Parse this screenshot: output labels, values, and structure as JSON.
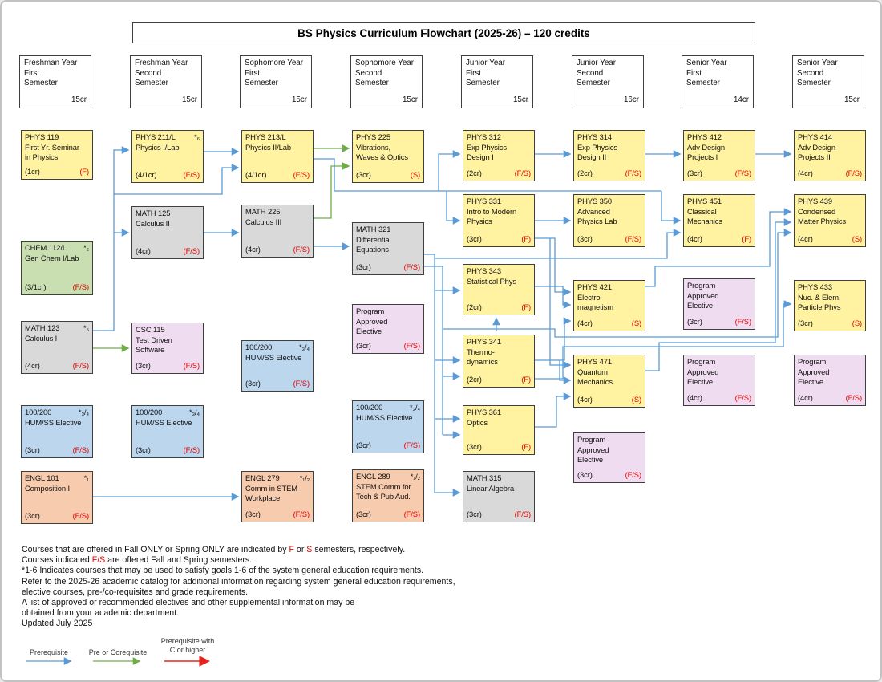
{
  "title": "BS Physics Curriculum Flowchart (2025-26) – 120 credits",
  "palette": {
    "course_yellow": "#fff2a0",
    "course_gray": "#d9d9d9",
    "course_green": "#c9dfb1",
    "course_pink": "#f0dcf0",
    "course_blue": "#bcd6ee",
    "course_orange": "#f7cbad",
    "arrow_blue": "#5b9bd5",
    "arrow_green": "#70ad47",
    "arrow_red": "#e8231f",
    "sem_red": "#e80000"
  },
  "semesters": [
    {
      "line1": "Freshman Year",
      "line2": "First",
      "line3": "Semester",
      "credits": "15cr"
    },
    {
      "line1": "Freshman Year",
      "line2": "Second",
      "line3": "Semester",
      "credits": "15cr"
    },
    {
      "line1": "Sophomore Year",
      "line2": "First",
      "line3": "Semester",
      "credits": "15cr"
    },
    {
      "line1": "Sophomore Year",
      "line2": "Second",
      "line3": "Semester",
      "credits": "15cr"
    },
    {
      "line1": "Junior Year",
      "line2": "First",
      "line3": "Semester",
      "credits": "15cr"
    },
    {
      "line1": "Junior Year",
      "line2": "Second",
      "line3": "Semester",
      "credits": "16cr"
    },
    {
      "line1": "Senior Year",
      "line2": "First",
      "line3": "Semester",
      "credits": "14cr"
    },
    {
      "line1": "Senior Year",
      "line2": "Second",
      "line3": "Semester",
      "credits": "15cr"
    }
  ],
  "courses": {
    "phys119": {
      "code": "PHYS 119",
      "gened": "",
      "t1": "First Yr. Seminar",
      "t2": "in Physics",
      "credits": "(1cr)",
      "sem": "(F)"
    },
    "chem112": {
      "code": "CHEM 112/L",
      "gened": "*₆",
      "t1": "Gen Chem I/Lab",
      "t2": "",
      "credits": "(3/1cr)",
      "sem": "(F/S)"
    },
    "math123": {
      "code": "MATH 123",
      "gened": "*₅",
      "t1": "Calculus I",
      "t2": "",
      "credits": "(4cr)",
      "sem": "(F/S)"
    },
    "hum1": {
      "code": "100/200",
      "gened": "*₃/₄",
      "t1": "HUM/SS Elective",
      "t2": "",
      "credits": "(3cr)",
      "sem": "(F/S)"
    },
    "engl101": {
      "code": "ENGL 101",
      "gened": "*₁",
      "t1": "Composition I",
      "t2": "",
      "credits": "(3cr)",
      "sem": "(F/S)"
    },
    "phys211": {
      "code": "PHYS 211/L",
      "gened": "*₆",
      "t1": "Physics I/Lab",
      "t2": "",
      "credits": "(4/1cr)",
      "sem": "(F/S)"
    },
    "math125": {
      "code": "MATH 125",
      "gened": "",
      "t1": "Calculus II",
      "t2": "",
      "credits": "(4cr)",
      "sem": "(F/S)"
    },
    "csc115": {
      "code": "CSC 115",
      "gened": "",
      "t1": "Test Driven",
      "t2": "Software",
      "credits": "(3cr)",
      "sem": "(F/S)"
    },
    "hum2": {
      "code": "100/200",
      "gened": "*₃/₄",
      "t1": "HUM/SS Elective",
      "t2": "",
      "credits": "(3cr)",
      "sem": "(F/S)"
    },
    "phys213": {
      "code": "PHYS 213/L",
      "gened": "",
      "t1": "Physics II/Lab",
      "t2": "",
      "credits": "(4/1cr)",
      "sem": "(F/S)"
    },
    "math225": {
      "code": "MATH 225",
      "gened": "",
      "t1": "Calculus III",
      "t2": "",
      "credits": "(4cr)",
      "sem": "(F/S)"
    },
    "hum3": {
      "code": "100/200",
      "gened": "*₃/₄",
      "t1": "HUM/SS Elective",
      "t2": "",
      "credits": "(3cr)",
      "sem": "(F/S)"
    },
    "engl279": {
      "code": "ENGL 279",
      "gened": "*₁/₂",
      "t1": "Comm in STEM",
      "t2": "Workplace",
      "credits": "(3cr)",
      "sem": "(F/S)"
    },
    "phys225": {
      "code": "PHYS 225",
      "gened": "",
      "t1": "Vibrations,",
      "t2": "Waves & Optics",
      "credits": "(3cr)",
      "sem": "(S)"
    },
    "math321": {
      "code": "MATH 321",
      "gened": "",
      "t1": "Differential",
      "t2": "Equations",
      "credits": "(3cr)",
      "sem": "(F/S)"
    },
    "pae1": {
      "code": "Program",
      "gened": "",
      "t1": "Approved",
      "t2": "Elective",
      "credits": "(3cr)",
      "sem": "(F/S)"
    },
    "hum4": {
      "code": "100/200",
      "gened": "*₃/₄",
      "t1": "HUM/SS Elective",
      "t2": "",
      "credits": "(3cr)",
      "sem": "(F/S)"
    },
    "engl289": {
      "code": "ENGL 289",
      "gened": "*₁/₂",
      "t1": "STEM Comm for",
      "t2": "Tech & Pub Aud.",
      "credits": "(3cr)",
      "sem": "(F/S)"
    },
    "phys312": {
      "code": "PHYS 312",
      "gened": "",
      "t1": "Exp Physics",
      "t2": "Design I",
      "credits": "(2cr)",
      "sem": "(F/S)"
    },
    "phys331": {
      "code": "PHYS 331",
      "gened": "",
      "t1": "Intro to Modern",
      "t2": "Physics",
      "credits": "(3cr)",
      "sem": "(F)"
    },
    "phys343": {
      "code": "PHYS 343",
      "gened": "",
      "t1": "Statistical Phys",
      "t2": "",
      "credits": "(2cr)",
      "sem": "(F)"
    },
    "phys341": {
      "code": "PHYS 341",
      "gened": "",
      "t1": "Thermo-",
      "t2": "dynamics",
      "credits": "(2cr)",
      "sem": "(F)"
    },
    "phys361": {
      "code": "PHYS 361",
      "gened": "",
      "t1": "Optics",
      "t2": "",
      "credits": "(3cr)",
      "sem": "(F)"
    },
    "math315": {
      "code": "MATH 315",
      "gened": "",
      "t1": "Linear Algebra",
      "t2": "",
      "credits": "(3cr)",
      "sem": "(F/S)"
    },
    "phys314": {
      "code": "PHYS 314",
      "gened": "",
      "t1": "Exp Physics",
      "t2": "Design II",
      "credits": "(2cr)",
      "sem": "(F/S)"
    },
    "phys350": {
      "code": "PHYS 350",
      "gened": "",
      "t1": "Advanced",
      "t2": "Physics Lab",
      "credits": "(3cr)",
      "sem": "(F/S)"
    },
    "phys421": {
      "code": "PHYS 421",
      "gened": "",
      "t1": "Electro-",
      "t2": "magnetism",
      "credits": "(4cr)",
      "sem": "(S)"
    },
    "phys471": {
      "code": "PHYS 471",
      "gened": "",
      "t1": "Quantum",
      "t2": "Mechanics",
      "credits": "(4cr)",
      "sem": "(S)"
    },
    "pae2": {
      "code": "Program",
      "gened": "",
      "t1": "Approved",
      "t2": "Elective",
      "credits": "(3cr)",
      "sem": "(F/S)"
    },
    "phys412": {
      "code": "PHYS 412",
      "gened": "",
      "t1": "Adv Design",
      "t2": "Projects I",
      "credits": "(3cr)",
      "sem": "(F/S)"
    },
    "phys451": {
      "code": "PHYS 451",
      "gened": "",
      "t1": "Classical",
      "t2": "Mechanics",
      "credits": "(4cr)",
      "sem": "(F)"
    },
    "pae3": {
      "code": "Program",
      "gened": "",
      "t1": "Approved",
      "t2": "Elective",
      "credits": "(3cr)",
      "sem": "(F/S)"
    },
    "pae4": {
      "code": "Program",
      "gened": "",
      "t1": "Approved",
      "t2": "Elective",
      "credits": "(4cr)",
      "sem": "(F/S)"
    },
    "phys414": {
      "code": "PHYS 414",
      "gened": "",
      "t1": "Adv Design",
      "t2": "Projects II",
      "credits": "(4cr)",
      "sem": "(F/S)"
    },
    "phys439": {
      "code": "PHYS 439",
      "gened": "",
      "t1": "Condensed",
      "t2": "Matter Physics",
      "credits": "(4cr)",
      "sem": "(S)"
    },
    "phys433": {
      "code": "PHYS 433",
      "gened": "",
      "t1": "Nuc. & Elem.",
      "t2": "Particle Phys",
      "credits": "(3cr)",
      "sem": "(S)"
    },
    "pae5": {
      "code": "Program",
      "gened": "",
      "t1": "Approved",
      "t2": "Elective",
      "credits": "(4cr)",
      "sem": "(F/S)"
    }
  },
  "notes": {
    "n1a": "Courses that are offered in Fall ONLY or Spring ONLY are indicated by ",
    "n1b": "F",
    "n1c": " or ",
    "n1d": "S",
    "n1e": " semesters, respectively.",
    "n2a": "Courses indicated ",
    "n2b": "F/S",
    "n2c": " are offered Fall and Spring semesters.",
    "n3": "*1-6 Indicates courses that may be used to satisfy goals 1-6 of the system general education requirements.",
    "n4": "Refer to the 2025-26 academic catalog for additional information regarding system general education requirements,",
    "n5": "elective courses, pre-/co-requisites and grade requirements.",
    "n6": "A list of approved or recommended electives and other supplemental information may be",
    "n7": "obtained from your academic department.",
    "n8": "Updated July 2025"
  },
  "legend": {
    "prereq": "Prerequisite",
    "coreq": "Pre or Corequisite",
    "cgrade1": "Prerequisite with",
    "cgrade2": "C or higher"
  }
}
